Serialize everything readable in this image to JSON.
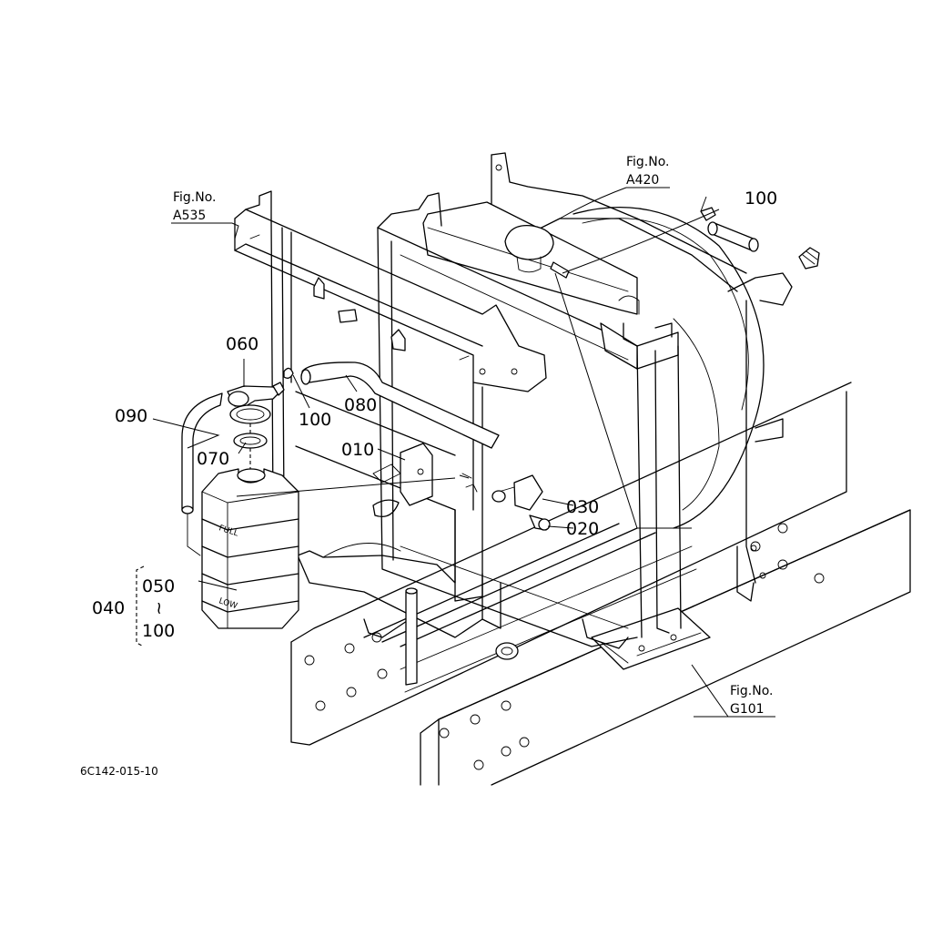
{
  "callouts": {
    "p010": "010",
    "p020": "020",
    "p030": "030",
    "p040": "040",
    "p050": "050",
    "p060": "060",
    "p070": "070",
    "p080": "080",
    "p090": "090",
    "p100_top": "100",
    "p100_mid": "100",
    "p100_range": "100",
    "range_sep": "~"
  },
  "fig_refs": {
    "a535": {
      "title": "Fig.No.",
      "code": "A535"
    },
    "a420": {
      "title": "Fig.No.",
      "code": "A420"
    },
    "g101": {
      "title": "Fig.No.",
      "code": "G101"
    }
  },
  "tank_marks": {
    "full": "FULL",
    "low": "LOW"
  },
  "drawing_code": "6C142-015-10"
}
